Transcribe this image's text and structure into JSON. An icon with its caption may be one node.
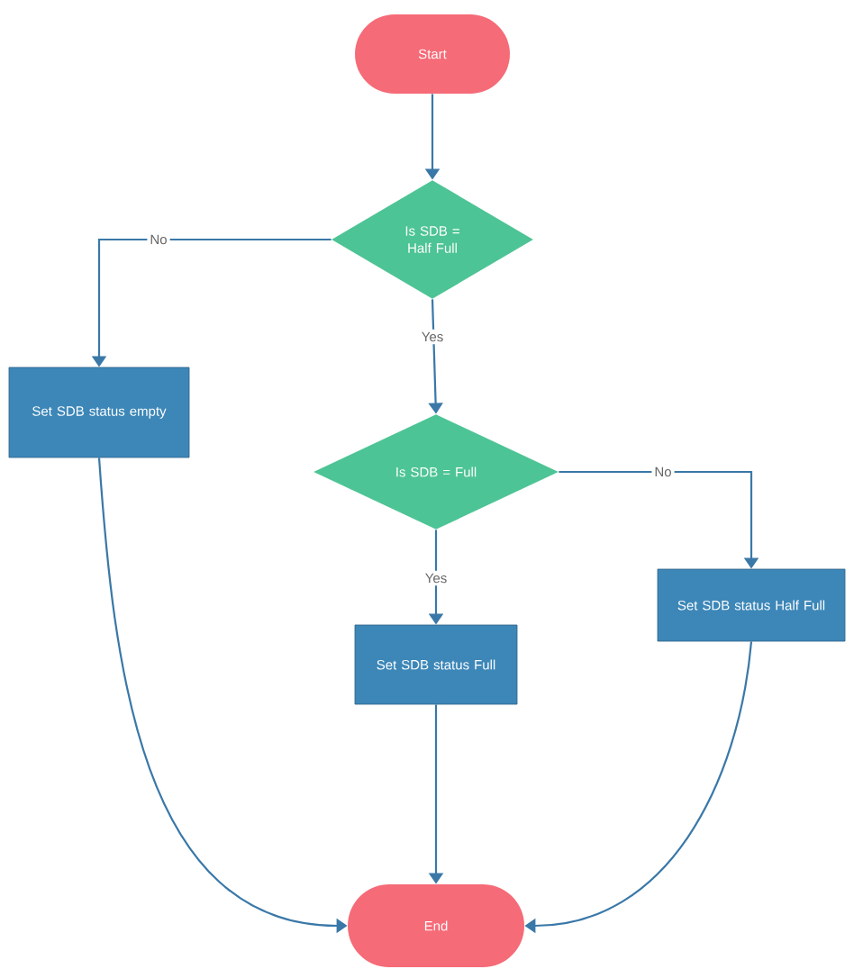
{
  "diagram": {
    "nodes": [
      {
        "text": [
          "Start"
        ]
      },
      {
        "text": [
          "Is SDB = Half Full"
        ]
      },
      {
        "text": [
          "Set SDB status empty"
        ]
      },
      {
        "text": [
          "Is SDB =  Full"
        ]
      },
      {
        "text": [
          "Set SDB status Half Full"
        ]
      },
      {
        "text": [
          "Set SDB status Full"
        ]
      },
      {
        "text": [
          "End"
        ]
      }
    ],
    "edges": [
      {
        "from": 0,
        "to": 1,
        "arrow": "to"
      },
      {
        "from": 1,
        "to": 2,
        "arrow": "to",
        "label": "No"
      },
      {
        "from": 1,
        "to": 3,
        "arrow": "to",
        "label": "Yes"
      },
      {
        "from": 3,
        "to": 4,
        "arrow": "to",
        "label": "No"
      },
      {
        "from": 3,
        "to": 5,
        "arrow": "to",
        "label": "Yes"
      },
      {
        "from": 5,
        "to": 6,
        "arrow": "to"
      },
      {
        "from": 2,
        "to": 6,
        "arrow": "to"
      },
      {
        "from": 4,
        "to": 6,
        "arrow": "to"
      }
    ]
  }
}
